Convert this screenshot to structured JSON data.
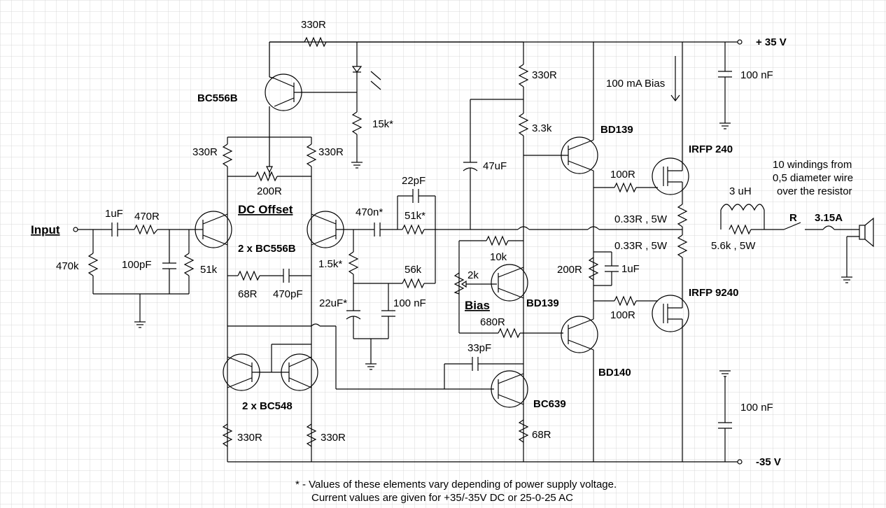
{
  "labels": {
    "r_top": "330R",
    "q_bc556b": "BC556B",
    "r_15k": "15k*",
    "r_330_tl": "330R",
    "r_330_tr": "330R",
    "r_200": "200R",
    "dc_offset": "DC Offset",
    "input": "Input",
    "c_1u": "1uF",
    "r_470": "470R",
    "r_470k": "470k",
    "c_100p": "100pF",
    "r_51k": "51k",
    "q_2xbc556b": "2 x BC556B",
    "r_68": "68R",
    "c_470p": "470pF",
    "r_1k5": "1.5k*",
    "c_470n": "470n*",
    "c_22p": "22pF",
    "r_51k_fb": "51k*",
    "r_56k": "56k",
    "c_22u": "22uF*",
    "c_100n_fb": "100 nF",
    "q_2xbc548": "2 x BC548",
    "r_330_bl": "330R",
    "r_330_br": "330R",
    "r_330_vas": "330R",
    "r_3k3": "3.3k",
    "c_47u": "47uF",
    "r_10k": "10k",
    "r_2k": "2k",
    "bias": "Bias",
    "q_bd139_bias": "BD139",
    "r_680": "680R",
    "c_33p": "33pF",
    "q_bc639": "BC639",
    "r_68_bot": "68R",
    "q_bd139": "BD139",
    "q_bd140": "BD140",
    "r_100_top": "100R",
    "r_100_bot": "100R",
    "r_200_bias": "200R",
    "c_1u_bias": "1uF",
    "bias_current": "100 mA Bias",
    "q_irfp240": "IRFP 240",
    "q_irfp9240": "IRFP 9240",
    "r_033_top": "0.33R , 5W",
    "r_033_bot": "0.33R , 5W",
    "l_3u": "3 uH",
    "windings_1": "10 windings from",
    "windings_2": "0,5 diameter wire",
    "windings_3": "over the resistor",
    "r_5k6": "5.6k , 5W",
    "relay": "R",
    "fuse": "3.15A",
    "v_pos": "+ 35 V",
    "v_neg": "-35 V",
    "c_100n_top": "100 nF",
    "c_100n_bot": "100 nF",
    "footnote_1": "* - Values of these elements vary depending of power supply voltage.",
    "footnote_2": "Current values are given for +35/-35V DC or 25-0-25 AC"
  },
  "colors": {
    "background": "#ffffff",
    "grid": "#d9d9d9",
    "wire": "#000000"
  }
}
